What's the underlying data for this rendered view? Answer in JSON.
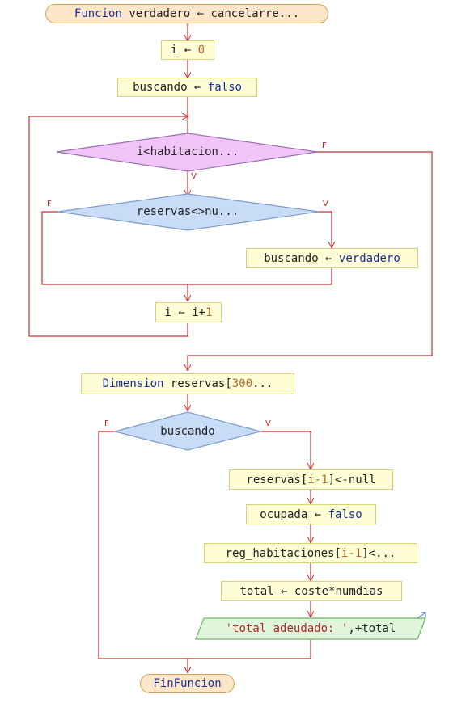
{
  "start": {
    "kw": "Funcion",
    "rest": " verdadero ← cancelarre..."
  },
  "i_init": {
    "pre": "i ← ",
    "num": "0"
  },
  "buscando_init": {
    "pre": "buscando ← ",
    "kw": "falso"
  },
  "loop_cond": "i<habitacion...",
  "inner_cond": "reservas<>nu...",
  "set_true": {
    "pre": "buscando ← ",
    "kw": "verdadero"
  },
  "increment": {
    "pre": "i ← i+",
    "num": "1"
  },
  "dimension": {
    "kw": "Dimension",
    "pre": " reservas[",
    "num": "300",
    "post": "..."
  },
  "cond_buscando": "buscando",
  "null_assign": {
    "pre": "reservas[",
    "num": "i-1",
    "post": "]<-null"
  },
  "ocupada": {
    "pre": "ocupada ← ",
    "kw": "falso"
  },
  "reg": {
    "pre": "reg_habitaciones[",
    "num": "i-1",
    "post": "]<..."
  },
  "total": "total ← coste*numdias",
  "output": {
    "str": "'total adeudado: '",
    "post": ",+total"
  },
  "end": "FinFuncion",
  "labels": {
    "true": "V",
    "false": "F"
  },
  "colors": {
    "line": "#c83232",
    "diamond_purple": "#f0c4f6",
    "diamond_blue": "#c9dcf7",
    "output_green": "#dff6da"
  }
}
